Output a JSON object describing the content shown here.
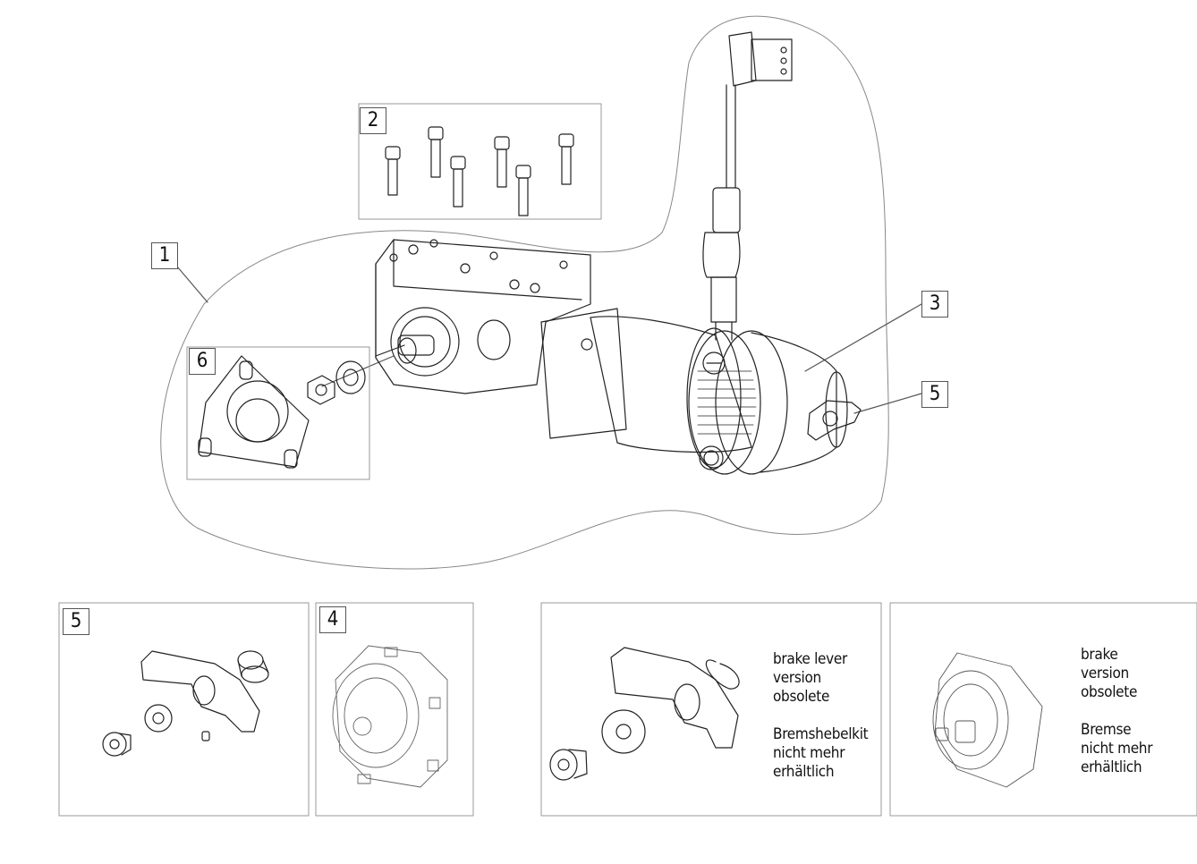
{
  "callouts": {
    "c1": "1",
    "c2": "2",
    "c3": "3",
    "c5_main": "5",
    "c6": "6",
    "c5_panel": "5",
    "c4_panel": "4"
  },
  "notes": {
    "lever": {
      "en": [
        "brake lever",
        "version",
        "obsolete"
      ],
      "de": [
        "Bremshebelkit",
        "nicht mehr",
        "erhältlich"
      ]
    },
    "brake": {
      "en": [
        "brake",
        "version",
        "obsolete"
      ],
      "de": [
        "Bremse",
        "nicht mehr",
        "erhältlich"
      ]
    }
  }
}
